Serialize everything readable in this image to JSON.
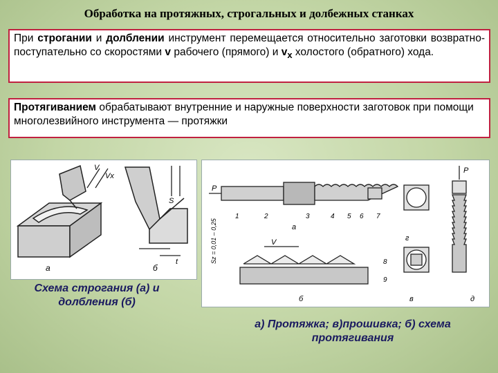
{
  "title": "Обработка на протяжных, строгальных и долбежных станках",
  "box1": {
    "t1": "При ",
    "b1": "строгании",
    "t2": " и ",
    "b2": "долблении",
    "t3": " инструмент перемещается относительно заготовки возвратно-поступательно со скоростями ",
    "b3": "v",
    "t4": " рабочего (прямого) и ",
    "b4": "v",
    "b4sub": "x",
    "t5": " холостого (обратного) хода."
  },
  "box2": {
    "b1": "Протягиванием",
    "t1": " обрабатывают внутренние и наружные поверхности заготовок при помощи многолезвийного инструмента — протяжки"
  },
  "left_figure": {
    "label_a": "а",
    "label_b": "б",
    "label_v": "V",
    "label_vx": "Vx",
    "label_s": "S",
    "label_t": "t"
  },
  "right_figure": {
    "label_p_left": "P",
    "label_p_top": "P",
    "label_v": "V",
    "label_a": "а",
    "label_b": "б",
    "label_v_cyr": "в",
    "label_g": "г",
    "label_d": "д",
    "label_sz": "Sz = 0,01 – 0,25",
    "nums": [
      "1",
      "2",
      "3",
      "4",
      "5",
      "6",
      "7",
      "8",
      "9"
    ]
  },
  "caption_left": "Схема строгания (а) и долбления (б)",
  "caption_right": "а) Протяжка; в)прошивка; б) схема протягивания"
}
